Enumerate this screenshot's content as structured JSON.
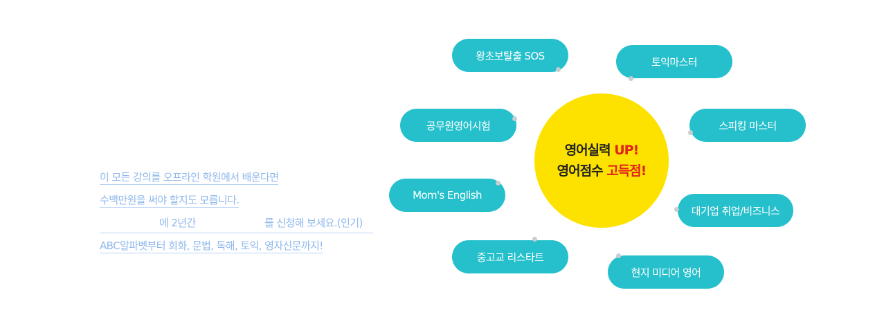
{
  "intro": {
    "line1": "이 모든 강의를 오프라인 학원에서 배운다면",
    "line2": "수백만원을 써야 할지도 모릅니다.",
    "line3_part1": "에 2년간",
    "line3_part2": "를 신청해 보세요.(인기)",
    "line4": "ABC알파벳부터 회화, 문법, 독해, 토익, 영자신문까지!"
  },
  "center": {
    "line1_text": "영어실력 ",
    "line1_highlight": "UP!",
    "line2_text": "영어점수 ",
    "line2_highlight": "고득점!",
    "circle_color": "#fde200",
    "highlight_color": "#e0221b"
  },
  "pills": {
    "p1": "왕초보탈출 SOS",
    "p2": "토익마스터",
    "p3": "공무원영어시험",
    "p4": "스피킹 마스터",
    "p5": "Mom's English",
    "p6": "대기업 취업/비즈니스",
    "p7": "중고교 리스타트",
    "p8": "현지 미디어 영어",
    "color": "#25c0cc"
  }
}
